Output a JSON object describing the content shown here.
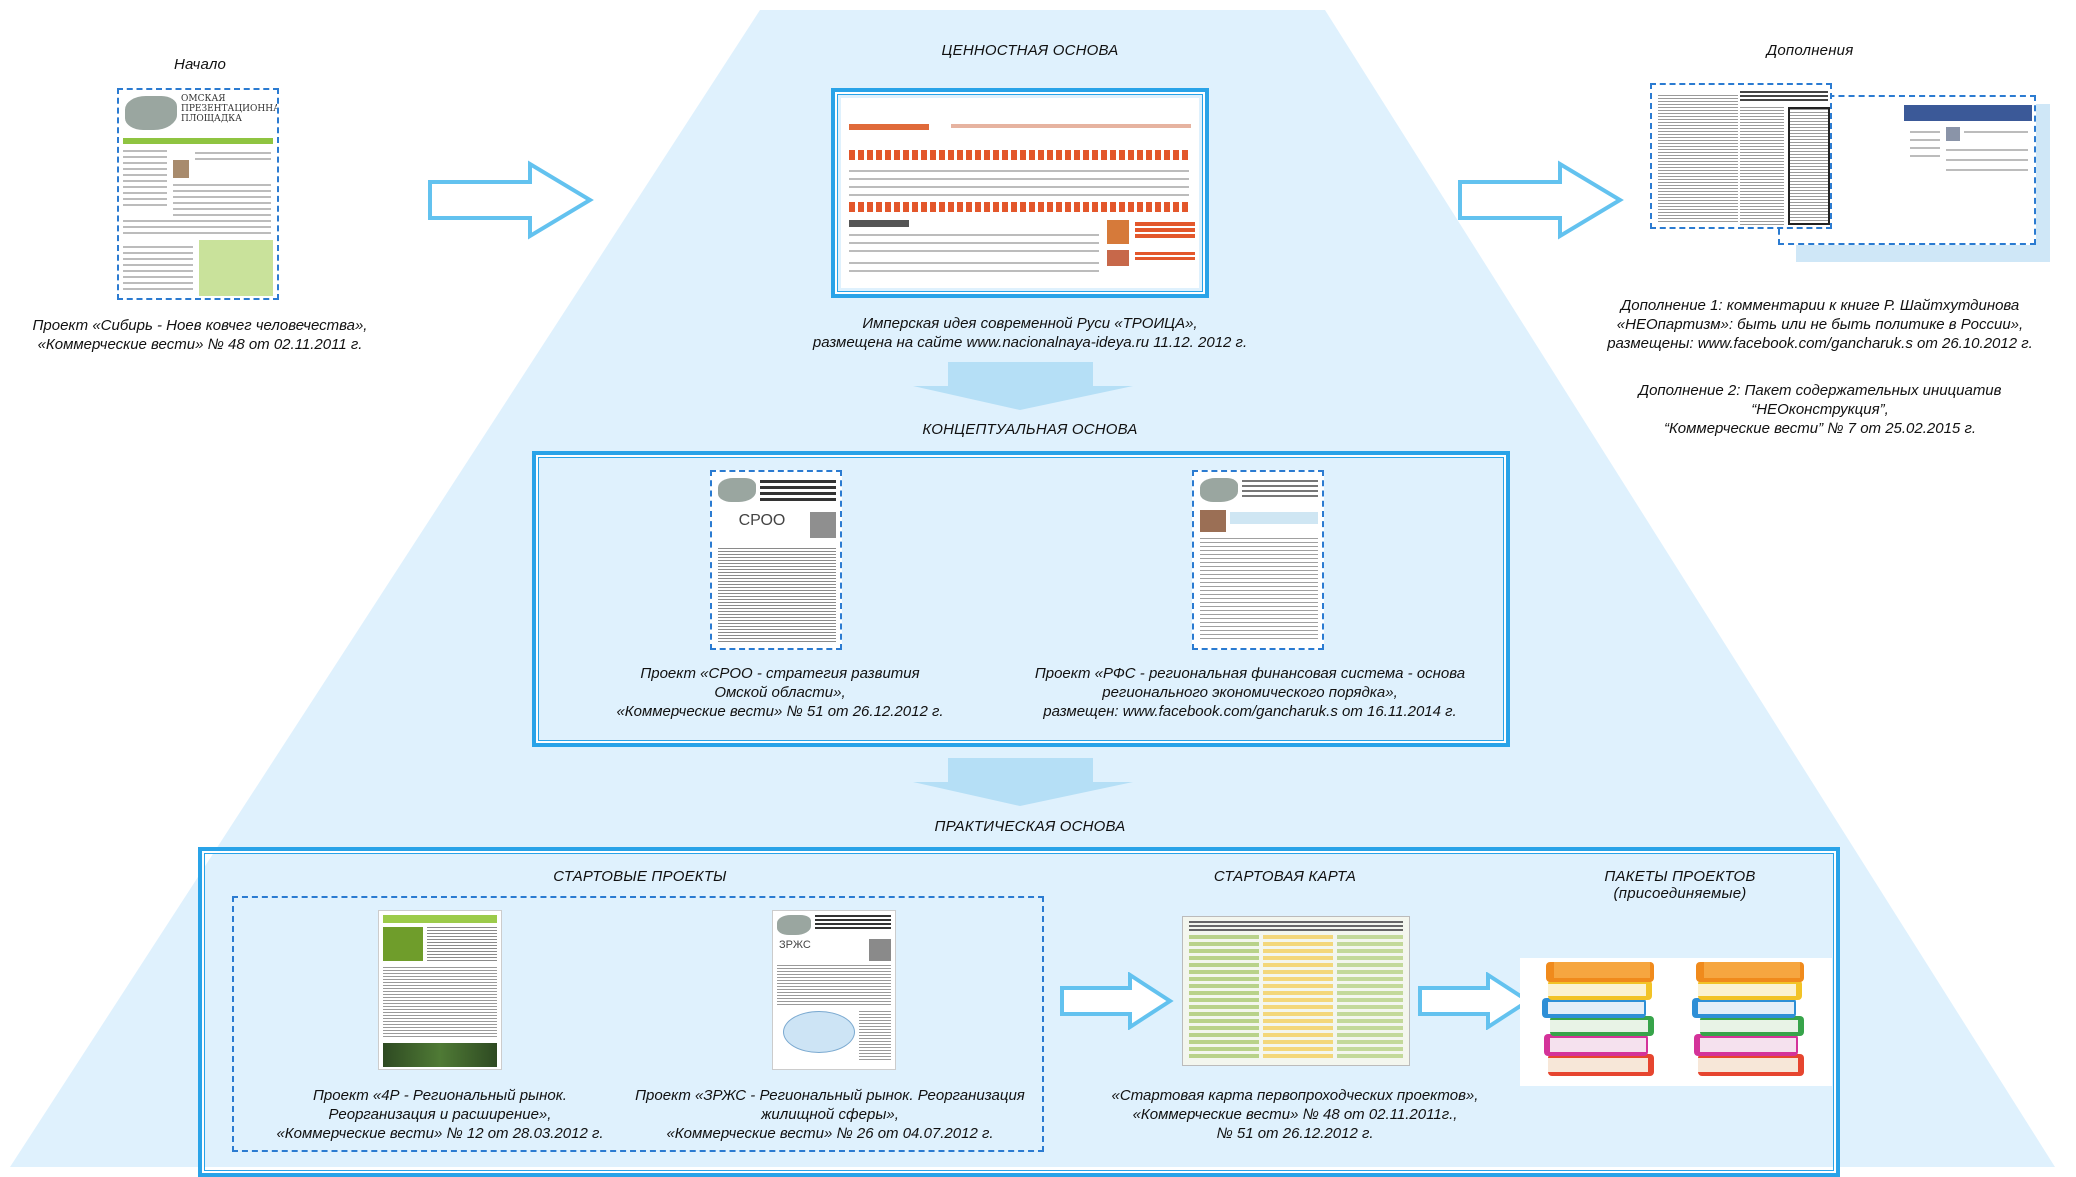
{
  "colors": {
    "pyramid": "#dff1fd",
    "frame": "#29a3e8",
    "dash": "#2b7bd1",
    "arrow_stroke": "#63c2ef",
    "down_arrow": "#b5dff6"
  },
  "start": {
    "heading": "Начало",
    "thumb_title": "ОМСКАЯ ПРЕЗЕНТАЦИОННАЯ ПЛОЩАДКА",
    "caption_lines": [
      "Проект «Сибирь - Ноев  ковчег человечества»,",
      "«Коммерческие вести» № 48 от 02.11.2011 г."
    ]
  },
  "value_base": {
    "heading": "ЦЕННОСТНАЯ ОСНОВА",
    "caption_lines": [
      "Имперская идея современной Руси «ТРОИЦА»,",
      "размещена на сайте www.nacionalnaya-ideya.ru 11.12. 2012 г."
    ]
  },
  "conceptual_base": {
    "heading": "КОНЦЕПТУАЛЬНАЯ ОСНОВА",
    "left_caption_lines": [
      "Проект «СРОО - стратегия развития",
      "Омской области»,",
      "«Коммерческие вести» № 51 от 26.12.2012 г."
    ],
    "right_caption_lines": [
      "Проект «РФС - региональная финансовая система - основа",
      "регионального экономического порядка»,",
      "размещен: www.facebook.com/gancharuk.s от 16.11.2014 г."
    ],
    "left_thumb_label": "СРОО"
  },
  "practical_base": {
    "heading": "ПРАКТИЧЕСКАЯ ОСНОВА",
    "start_projects": {
      "heading": "СТАРТОВЫЕ ПРОЕКТЫ",
      "left_caption_lines": [
        "Проект «4Р - Региональный рынок.",
        "Реорганизация и расширение»,",
        "«Коммерческие вести» № 12 от 28.03.2012 г."
      ],
      "right_caption_lines": [
        "Проект «ЗРЖС - Региональный рынок. Реорганизация",
        "жилищной сферы»,",
        "«Коммерческие вести» № 26  от 04.07.2012 г."
      ],
      "right_thumb_label": "ЗРЖС"
    },
    "start_map": {
      "heading": "СТАРТОВАЯ КАРТА",
      "caption_lines": [
        "«Стартовая карта первопроходческих проектов»,",
        "«Коммерческие вести» № 48 от 02.11.2011г.,",
        "№ 51 от 26.12.2012 г."
      ]
    },
    "project_packages": {
      "heading_lines": [
        "ПАКЕТЫ ПРОЕКТОВ",
        "(присоединяемые)"
      ]
    }
  },
  "additions": {
    "heading": "Дополнения",
    "addition1_lines": [
      "Дополнение 1: комментарии к книге Р. Шайтхутдинова",
      "«НЕОпартизм»: быть или не быть политике в России»,",
      "размещены: www.facebook.com/gancharuk.s от 26.10.2012 г."
    ],
    "addition2_lines": [
      "Дополнение 2: Пакет содержательных инициатив",
      "“НЕОконструкция”,",
      "“Коммерческие вести” № 7 от 25.02.2015 г."
    ]
  }
}
